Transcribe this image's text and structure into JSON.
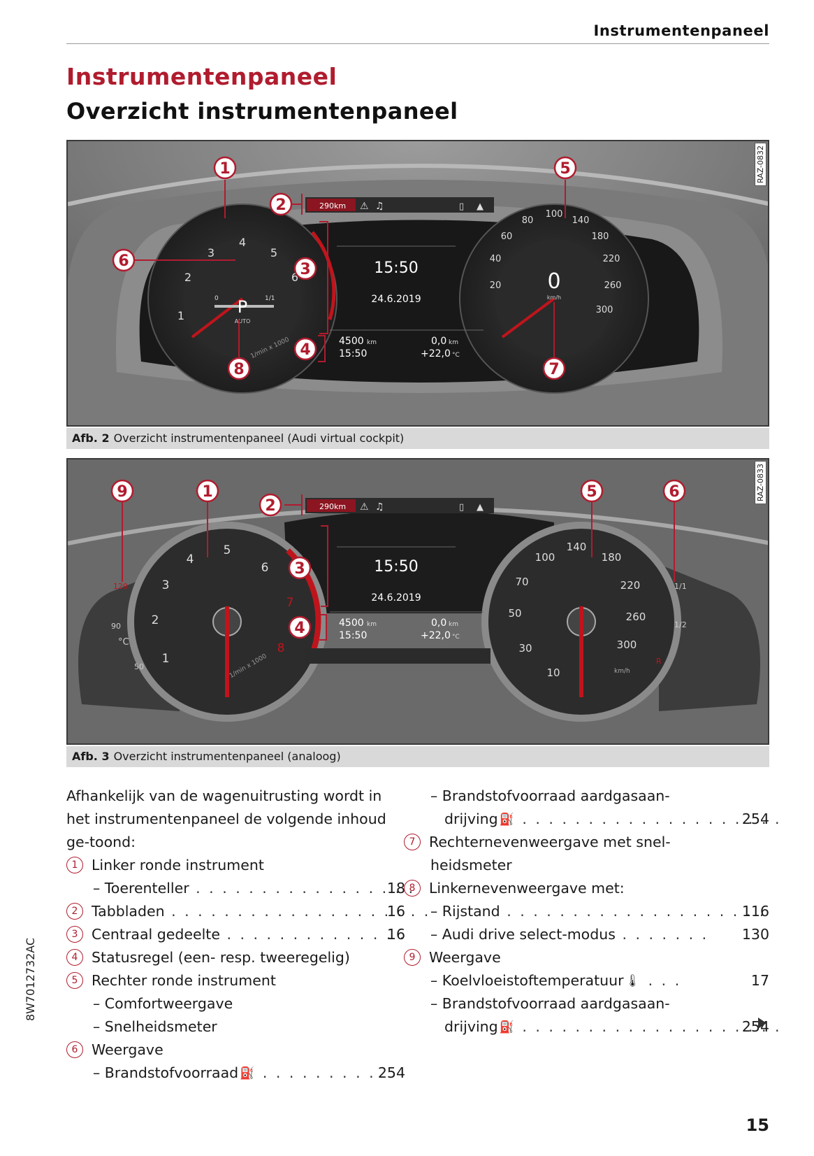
{
  "header": {
    "running_title": "Instrumentenpaneel"
  },
  "section": {
    "title": "Instrumentenpaneel",
    "subtitle": "Overzicht instrumentenpaneel"
  },
  "figures": [
    {
      "ref_code": "RAZ-0832",
      "caption_label": "Afb. 2",
      "caption_text": "Overzicht instrumentenpaneel (Audi virtual cockpit)",
      "callouts": [
        "1",
        "2",
        "3",
        "4",
        "5",
        "6",
        "7",
        "8"
      ],
      "display": {
        "range": "290km",
        "time": "15:50",
        "date": "24.6.2019",
        "odometer": "4500",
        "odometer_unit": "km",
        "trip": "0,0",
        "trip_unit": "km",
        "status_time": "15:50",
        "temperature": "+22,0",
        "temperature_unit": "°C",
        "speed": "0",
        "speed_unit": "km/h",
        "gear": "P",
        "gear_mode": "AUTO",
        "rpm_unit": "1/min x 1000",
        "rpm_ticks": [
          "1",
          "2",
          "3",
          "4",
          "5",
          "6"
        ],
        "speed_ticks": [
          "20",
          "40",
          "60",
          "80",
          "100",
          "140",
          "180",
          "220",
          "260",
          "300"
        ],
        "fuel_labels": [
          "0",
          "1/1"
        ]
      }
    },
    {
      "ref_code": "RAZ-0833",
      "caption_label": "Afb. 3",
      "caption_text": "Overzicht instrumentenpaneel (analoog)",
      "callouts": [
        "9",
        "1",
        "2",
        "3",
        "4",
        "5",
        "6"
      ],
      "display": {
        "range": "290km",
        "time": "15:50",
        "date": "24.6.2019",
        "odometer": "4500",
        "odometer_unit": "km",
        "trip": "0,0",
        "trip_unit": "km",
        "status_time": "15:50",
        "temperature": "+22,0",
        "temperature_unit": "°C",
        "rpm_unit": "1/min x 1000",
        "rpm_ticks": [
          "1",
          "2",
          "3",
          "4",
          "5",
          "6",
          "7",
          "8"
        ],
        "speed_ticks": [
          "10",
          "30",
          "50",
          "70",
          "100",
          "140",
          "180",
          "220",
          "260",
          "300"
        ],
        "speed_unit": "km/h",
        "temp_labels": [
          "50",
          "90",
          "120",
          "°C"
        ],
        "fuel_labels": [
          "1/1",
          "1/2",
          "R"
        ]
      }
    }
  ],
  "body": {
    "intro": "Afhankelijk van de wagenuitrusting wordt in het instrumentenpaneel de volgende inhoud ge-toond:",
    "left_items": [
      {
        "type": "item",
        "num": "1",
        "text": "Linker ronde instrument"
      },
      {
        "type": "sub",
        "text": "– Toerenteller",
        "dots": " . . . . . . . . . . . . . . . . .",
        "page": "18"
      },
      {
        "type": "item",
        "num": "2",
        "text": "Tabbladen",
        "dots": " . . . . . . . . . . . . . . . . . . . .",
        "page": "16"
      },
      {
        "type": "item",
        "num": "3",
        "text": "Centraal gedeelte",
        "dots": " . . . . . . . . . . . . . .",
        "page": "16"
      },
      {
        "type": "item",
        "num": "4",
        "text": "Statusregel (een- resp. tweeregelig)"
      },
      {
        "type": "item",
        "num": "5",
        "text": "Rechter ronde instrument"
      },
      {
        "type": "sub",
        "text": "– Comfortweergave"
      },
      {
        "type": "sub",
        "text": "– Snelheidsmeter"
      },
      {
        "type": "item",
        "num": "6",
        "text": "Weergave"
      },
      {
        "type": "sub",
        "text": "– Brandstofvoorraad",
        "icon": "⛽",
        "dots": " . . . . . . . . .",
        "page": "254"
      }
    ],
    "right_items": [
      {
        "type": "sub",
        "text": "– Brandstofvoorraad aardgasaan-"
      },
      {
        "type": "sub2",
        "text": "drijving",
        "icon": "⛽",
        "dots": " . . . . . . . . . . . . . . . . . . . .",
        "page": "254"
      },
      {
        "type": "item",
        "num": "7",
        "text": "Rechternevenweergave met snel-"
      },
      {
        "type": "cont",
        "text": "heidsmeter"
      },
      {
        "type": "item",
        "num": "8",
        "text": "Linkernevenweergave met:"
      },
      {
        "type": "sub",
        "text": "– Rijstand",
        "dots": " . . . . . . . . . . . . . . . . . . . .",
        "page": "116"
      },
      {
        "type": "sub",
        "text": "– Audi drive select-modus",
        "dots": " . . . . . . .",
        "page": "130"
      },
      {
        "type": "item",
        "num": "9",
        "text": "Weergave"
      },
      {
        "type": "sub",
        "text": "– Koelvloeistoftemperatuur",
        "icon": "🌡",
        "dots": " . . .",
        "page": "17"
      },
      {
        "type": "sub",
        "text": "– Brandstofvoorraad aardgasaan-"
      },
      {
        "type": "sub2",
        "text": "drijving",
        "icon": "⛽",
        "dots": " . . . . . . . . . . . . . . . . . . . .",
        "page": "254"
      }
    ]
  },
  "footer": {
    "side_code": "8W7012732AC",
    "page_number": "15"
  },
  "colors": {
    "accent": "#b01c2e",
    "caption_bg": "#d9d9d9",
    "needle": "#c0141c"
  }
}
